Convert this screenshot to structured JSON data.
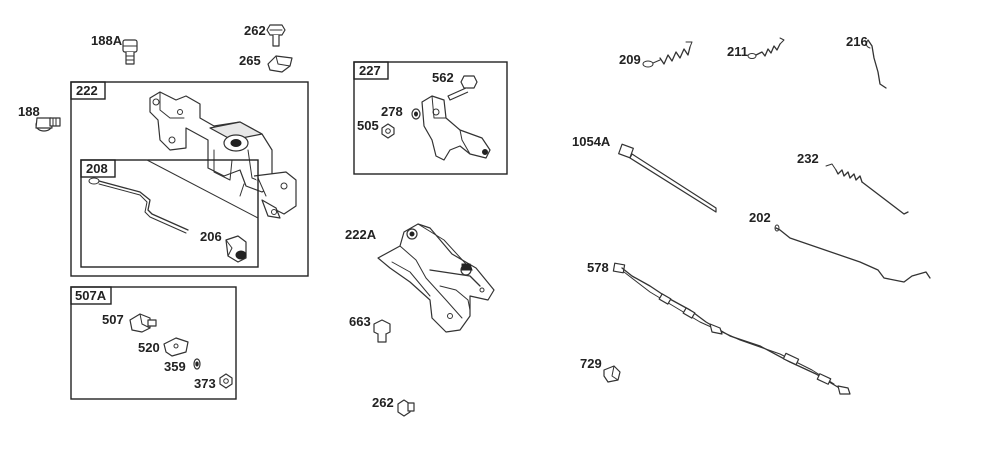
{
  "parts": {
    "p188A": "188A",
    "p262a": "262",
    "p265": "265",
    "p188": "188",
    "p206": "206",
    "p507": "507",
    "p520": "520",
    "p359": "359",
    "p373": "373",
    "p562": "562",
    "p278": "278",
    "p505": "505",
    "p222A": "222A",
    "p663": "663",
    "p262b": "262",
    "p209": "209",
    "p211": "211",
    "p216": "216",
    "p1054A": "1054A",
    "p232": "232",
    "p202": "202",
    "p578": "578",
    "p729": "729"
  },
  "boxes": {
    "b222": "222",
    "b208": "208",
    "b507A": "507A",
    "b227": "227"
  }
}
